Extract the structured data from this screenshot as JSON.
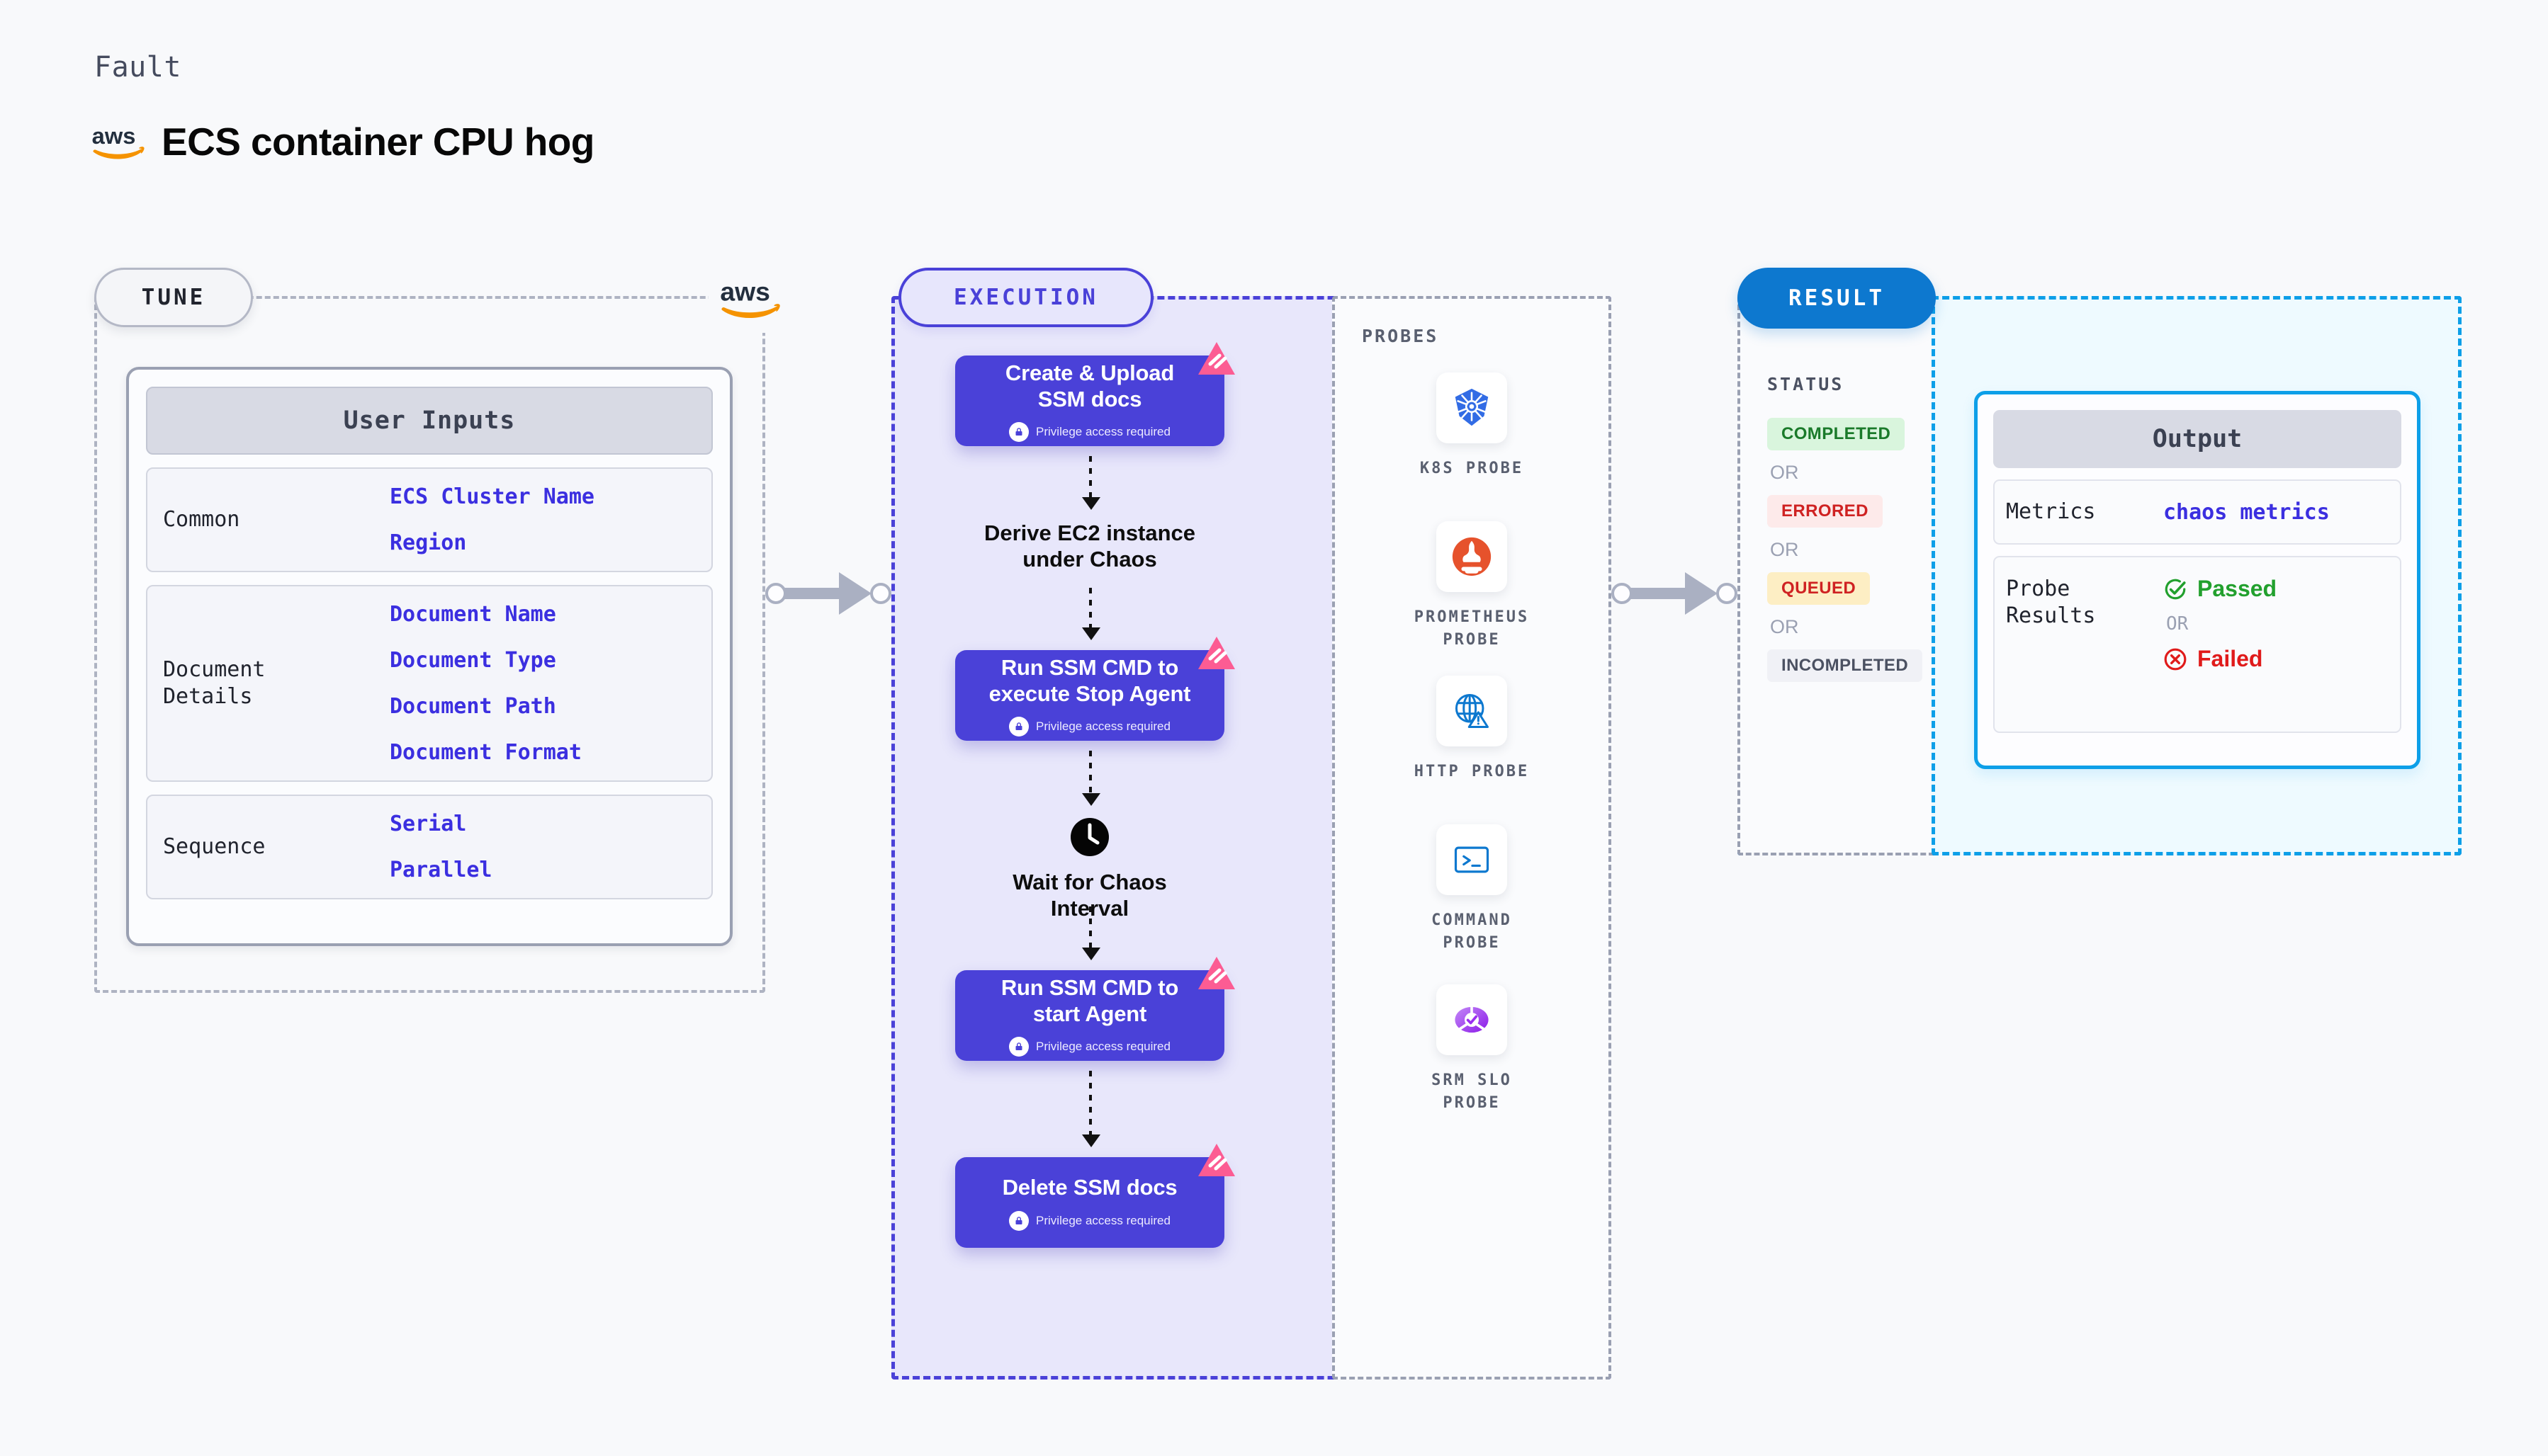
{
  "header": {
    "kicker": "Fault",
    "title": "ECS container CPU hog",
    "logo": "aws-logo"
  },
  "tune": {
    "chip_label": "TUNE",
    "panel_title": "User Inputs",
    "groups": [
      {
        "label": "Common",
        "values": [
          "ECS Cluster Name",
          "Region"
        ]
      },
      {
        "label": "Document\nDetails",
        "values": [
          "Document Name",
          "Document Type",
          "Document Path",
          "Document Format"
        ]
      },
      {
        "label": "Sequence",
        "values": [
          "Serial",
          "Parallel"
        ]
      }
    ]
  },
  "execution": {
    "chip_label": "EXECUTION",
    "privilege_note": "Privilege access required",
    "steps": [
      {
        "title": "Create & Upload\nSSM docs",
        "type": "task",
        "privileged": true,
        "chaos_badge": true
      },
      {
        "title": "Derive EC2 instance\nunder Chaos",
        "type": "plain",
        "privileged": false,
        "chaos_badge": false
      },
      {
        "title": "Run SSM CMD to\nexecute Stop Agent",
        "type": "task",
        "privileged": true,
        "chaos_badge": true
      },
      {
        "title": "Wait for Chaos\nInterval",
        "type": "clock",
        "privileged": false,
        "chaos_badge": false
      },
      {
        "title": "Run SSM CMD to\nstart Agent",
        "type": "task",
        "privileged": true,
        "chaos_badge": true
      },
      {
        "title": "Delete SSM docs",
        "type": "task",
        "privileged": true,
        "chaos_badge": true
      }
    ]
  },
  "probes": {
    "label": "PROBES",
    "items": [
      {
        "name": "K8S PROBE",
        "icon": "kubernetes-icon"
      },
      {
        "name": "PROMETHEUS\nPROBE",
        "icon": "prometheus-icon"
      },
      {
        "name": "HTTP PROBE",
        "icon": "http-globe-icon"
      },
      {
        "name": "COMMAND\nPROBE",
        "icon": "terminal-icon"
      },
      {
        "name": "SRM SLO\nPROBE",
        "icon": "srm-slo-icon"
      }
    ]
  },
  "result": {
    "chip_label": "RESULT",
    "status_label": "STATUS",
    "or_label": "OR",
    "statuses": [
      {
        "text": "COMPLETED",
        "bg": "#d9f5dd",
        "fg": "#1a7a2a"
      },
      {
        "text": "ERRORED",
        "bg": "#fdeaea",
        "fg": "#cf2222"
      },
      {
        "text": "QUEUED",
        "bg": "#fdeec4",
        "fg": "#cf2222"
      },
      {
        "text": "INCOMPLETED",
        "bg": "#f0f1f6",
        "fg": "#4b5162"
      }
    ],
    "output": {
      "title": "Output",
      "metrics_label": "Metrics",
      "metrics_value": "chaos metrics",
      "probe_results_label": "Probe\nResults",
      "passed": "Passed",
      "failed": "Failed",
      "or_label": "OR"
    }
  },
  "colors": {
    "node_blue": "#4a41d8",
    "exec_bg": "#e8e7fb",
    "result_blue": "#0d78cf",
    "output_blue": "#0d9fe8",
    "chaos_pink": "#fc5c93",
    "aws_orange": "#f59300",
    "pass_green": "#22a02e",
    "fail_red": "#e01b1b"
  }
}
